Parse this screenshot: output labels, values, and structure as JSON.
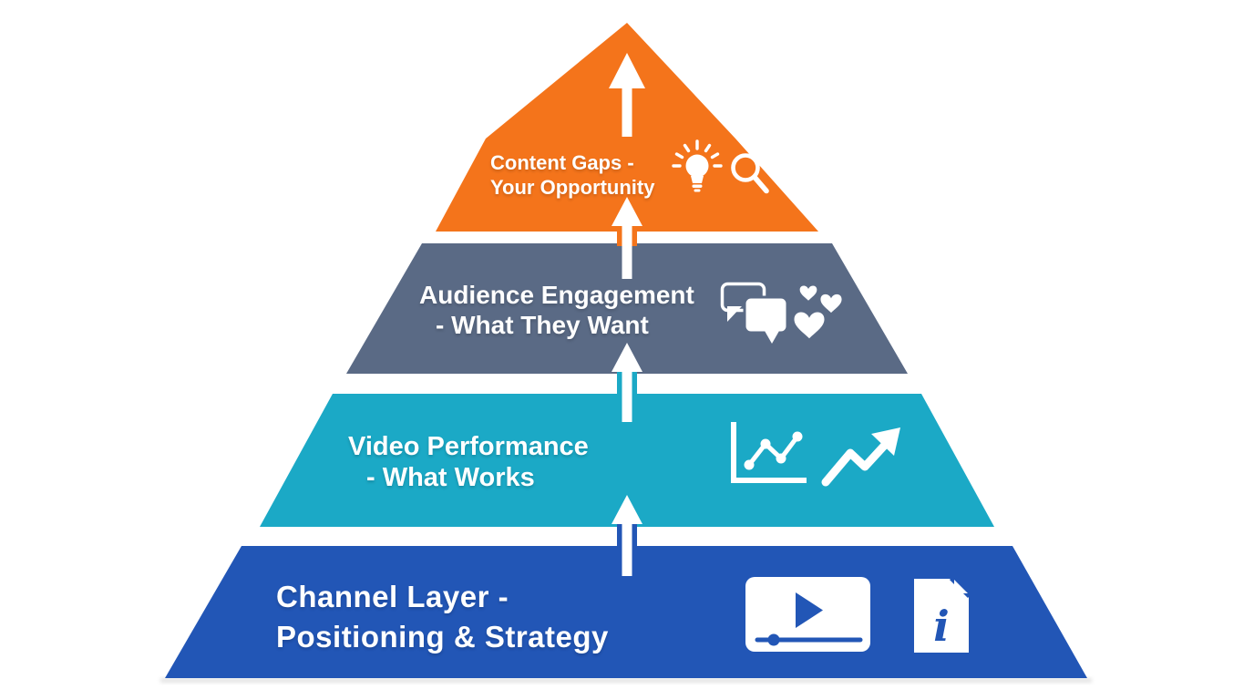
{
  "background": "#FFFFFF",
  "arrow_color": "#FFFFFF",
  "icon_color": "#FFFFFF",
  "layers": [
    {
      "id": "content-gaps",
      "color": "#F4741B",
      "line1": "Content Gaps -",
      "line2": "Your Opportunity",
      "icons": [
        "lightbulb-icon",
        "magnifier-icon"
      ]
    },
    {
      "id": "audience-engagement",
      "color": "#5A6A85",
      "line1": "Audience Engagement",
      "line2": "- What They Want",
      "icons": [
        "chat-bubbles-icon",
        "hearts-icon"
      ]
    },
    {
      "id": "video-performance",
      "color": "#1BA9C6",
      "line1": "Video Performance",
      "line2": "- What Works",
      "icons": [
        "line-chart-icon",
        "trending-up-icon"
      ]
    },
    {
      "id": "channel-layer",
      "color": "#2256B6",
      "line1": "Channel Layer -",
      "line2": "Positioning & Strategy",
      "icons": [
        "video-player-icon",
        "info-document-icon"
      ]
    }
  ],
  "icon_glyphs": {
    "info_document": "i"
  }
}
